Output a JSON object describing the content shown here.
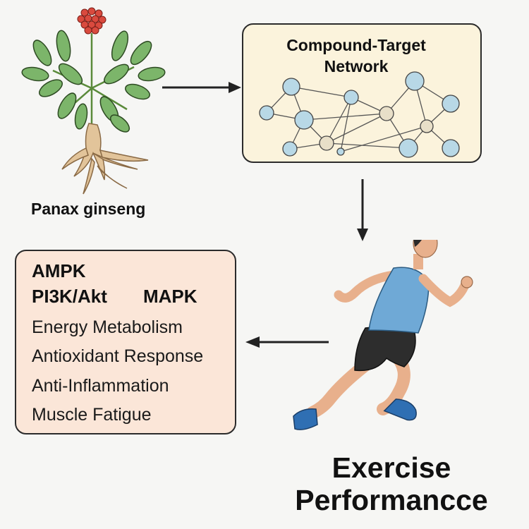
{
  "plant": {
    "label": "Panax ginseng"
  },
  "network": {
    "title_line1": "Compound-Target",
    "title_line2": "Network"
  },
  "pathways": {
    "bold_1": "AMPK",
    "bold_2": "PI3K/Akt",
    "bold_3": "MAPK",
    "items": [
      "Energy Metabolism",
      "Antioxidant Response",
      "Anti-Inflammation",
      "Muscle Fatigue"
    ]
  },
  "outcome": {
    "line1": "Exercise",
    "line2": "Performancce"
  },
  "colors": {
    "network_box": "#fbf3dc",
    "pathway_box": "#fbe6d8",
    "node_blue": "#b8d8e6",
    "node_beige": "#e8dfc8",
    "leaf": "#7cb56a",
    "berry": "#d94a3e",
    "root": "#e2c49a",
    "shirt": "#6fa9d6",
    "shorts": "#2d2d2d",
    "shoe": "#2f6fb3",
    "skin": "#e8b08c"
  }
}
